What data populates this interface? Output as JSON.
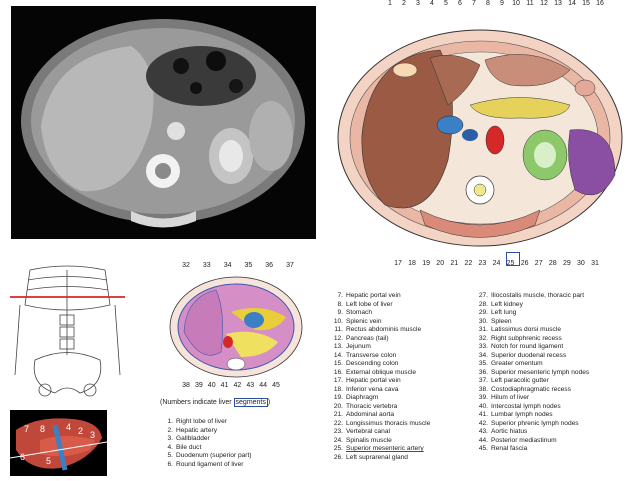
{
  "cross_section": {
    "top_numbers": [
      "1",
      "2",
      "3",
      "4",
      "5",
      "6",
      "7",
      "8",
      "9",
      "10",
      "11",
      "12",
      "13",
      "14",
      "15",
      "16"
    ],
    "bottom_numbers": [
      "17",
      "18",
      "19",
      "20",
      "21",
      "22",
      "23",
      "24",
      "25",
      "26",
      "27",
      "28",
      "29",
      "30",
      "31"
    ],
    "highlighted_number": "25"
  },
  "segment_diagram": {
    "top_numbers": [
      "32",
      "33",
      "34",
      "35",
      "36",
      "37"
    ],
    "bottom_numbers": [
      "38",
      "39",
      "40",
      "41",
      "42",
      "43",
      "44",
      "45"
    ]
  },
  "liver_thumbnail": {
    "segment_labels": [
      "7",
      "8",
      "4",
      "2",
      "3",
      "6",
      "5"
    ]
  },
  "note": {
    "prefix": "(Numbers indicate liver ",
    "boxed": "segments",
    "suffix": ")"
  },
  "legend_small": [
    {
      "n": "1.",
      "t": "Right lobe of liver"
    },
    {
      "n": "2.",
      "t": "Hepatic artery"
    },
    {
      "n": "3.",
      "t": "Gallbladder"
    },
    {
      "n": "4.",
      "t": "Bile duct"
    },
    {
      "n": "5.",
      "t": "Duodenum (superior part)"
    },
    {
      "n": "6.",
      "t": "Round ligament of liver"
    }
  ],
  "legend_a": [
    {
      "n": "7.",
      "t": "Hepatic portal vein"
    },
    {
      "n": "8.",
      "t": "Left lobe of liver"
    },
    {
      "n": "9.",
      "t": "Stomach"
    },
    {
      "n": "10.",
      "t": "Splenic vein"
    },
    {
      "n": "11.",
      "t": "Rectus abdominis muscle"
    },
    {
      "n": "12.",
      "t": "Pancreas (tail)"
    },
    {
      "n": "13.",
      "t": "Jejunum"
    },
    {
      "n": "14.",
      "t": "Transverse colon"
    },
    {
      "n": "15.",
      "t": "Descending colon"
    },
    {
      "n": "16.",
      "t": "External oblique muscle"
    },
    {
      "n": "17.",
      "t": "Hepatic portal vein"
    },
    {
      "n": "18.",
      "t": "Inferior vena cava"
    },
    {
      "n": "19.",
      "t": "Diaphragm"
    },
    {
      "n": "20.",
      "t": "Thoracic vertebra"
    },
    {
      "n": "21.",
      "t": "Abdominal aorta"
    },
    {
      "n": "22.",
      "t": "Longissimus thoracis muscle"
    },
    {
      "n": "23.",
      "t": "Vertebral canal"
    },
    {
      "n": "24.",
      "t": "Spinalis muscle"
    },
    {
      "n": "25.",
      "t": "Superior mesenteric artery",
      "u": true
    },
    {
      "n": "26.",
      "t": "Left suprarenal gland"
    }
  ],
  "legend_b": [
    {
      "n": "27.",
      "t": "Iliocostalis muscle, thoracic part"
    },
    {
      "n": "28.",
      "t": "Left kidney"
    },
    {
      "n": "29.",
      "t": "Left lung"
    },
    {
      "n": "30.",
      "t": "Spleen"
    },
    {
      "n": "31.",
      "t": "Latissimus dorsi muscle"
    },
    {
      "n": "32.",
      "t": "Right subphrenic recess"
    },
    {
      "n": "33.",
      "t": "Notch for round ligament"
    },
    {
      "n": "34.",
      "t": "Superior duodenal recess"
    },
    {
      "n": "35.",
      "t": "Greater omentum"
    },
    {
      "n": "36.",
      "t": "Superior mesenteric lymph nodes"
    },
    {
      "n": "37.",
      "t": "Left paracolic gutter"
    },
    {
      "n": "38.",
      "t": "Costodiaphragmatic recess"
    },
    {
      "n": "39.",
      "t": "Hilum of liver"
    },
    {
      "n": "40.",
      "t": "Intercostal lymph nodes"
    },
    {
      "n": "41.",
      "t": "Lumbar lymph nodes"
    },
    {
      "n": "42.",
      "t": "Superior phrenic lymph nodes"
    },
    {
      "n": "43.",
      "t": "Aortic hiatus"
    },
    {
      "n": "44.",
      "t": "Posterior mediastinum"
    },
    {
      "n": "45.",
      "t": "Renal fascia"
    }
  ]
}
